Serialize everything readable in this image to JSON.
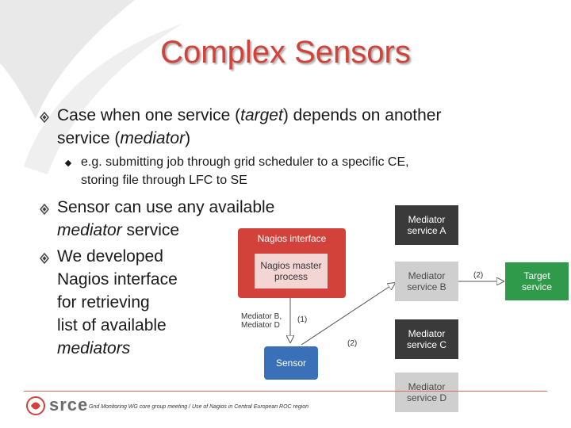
{
  "title": "Complex Sensors",
  "bullets": {
    "b1_line1": "Case when one service (",
    "b1_target": "target",
    "b1_line1_end": ") depends on another",
    "b1_line2_start": "service (",
    "b1_mediator": "mediator",
    "b1_line2_end": ")",
    "sub1_line1": "e.g. submitting job through grid scheduler to a specific CE,",
    "sub1_line2": "storing file through LFC to SE",
    "b2_line1": "Sensor can use any available",
    "b2_italic": "mediator",
    "b2_line2_end": " service",
    "b3_line1": "We developed",
    "b3_line2": "Nagios interface",
    "b3_line3": "for retrieving",
    "b3_line4": "list of available",
    "b3_line5": "mediators"
  },
  "diagram": {
    "nagios_interface": "Nagios interface",
    "nagios_master": "Nagios master\nprocess",
    "sensor": "Sensor",
    "mediator_a": "Mediator\nservice A",
    "mediator_b": "Mediator\nservice B",
    "mediator_c": "Mediator\nservice C",
    "mediator_d": "Mediator\nservice D",
    "target": "Target\nservice",
    "label_mediators": "Mediator B,\nMediator D",
    "label_1": "(1)",
    "label_2a": "(2)",
    "label_2b": "(2)"
  },
  "footer": {
    "logo": "srce",
    "text": "Grid Monitoring WG core group meeting / Use of Nagios in Central European ROC region"
  },
  "colors": {
    "title": "#d2423a",
    "nagios_red": "#d2423a",
    "sensor_blue": "#3a70b8",
    "target_green": "#2f9a4a"
  }
}
